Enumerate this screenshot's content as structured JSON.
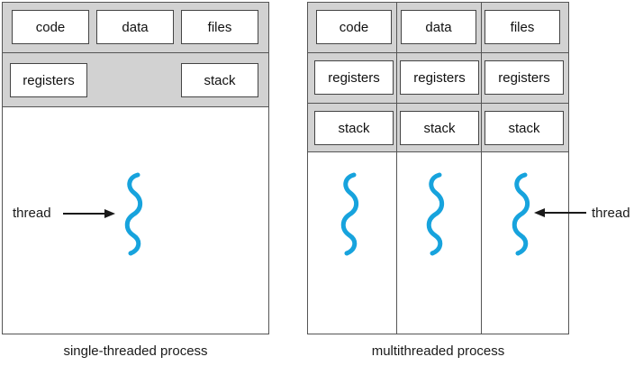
{
  "figure": {
    "title": "single-threaded vs multithreaded process memory layout",
    "colors": {
      "thread_stroke": "#17a3dd",
      "band_fill": "#d2d2d2",
      "box_fill": "#ffffff",
      "border": "#555555",
      "text": "#1a1a1a"
    }
  },
  "left": {
    "caption": "single-threaded process",
    "shared_row": [
      {
        "label": "code"
      },
      {
        "label": "data"
      },
      {
        "label": "files"
      }
    ],
    "per_thread_row": [
      {
        "label": "registers"
      },
      {
        "label": "stack"
      }
    ],
    "threads": [
      {
        "name": "thread-squiggle-1"
      }
    ],
    "annotation": {
      "label": "thread",
      "arrow_direction": "right",
      "icon": "arrow-right-icon"
    }
  },
  "right": {
    "caption": "multithreaded process",
    "shared_row": [
      {
        "label": "code"
      },
      {
        "label": "data"
      },
      {
        "label": "files"
      }
    ],
    "registers_row": [
      {
        "label": "registers"
      },
      {
        "label": "registers"
      },
      {
        "label": "registers"
      }
    ],
    "stack_row": [
      {
        "label": "stack"
      },
      {
        "label": "stack"
      },
      {
        "label": "stack"
      }
    ],
    "threads": [
      {
        "name": "thread-squiggle-1"
      },
      {
        "name": "thread-squiggle-2"
      },
      {
        "name": "thread-squiggle-3"
      }
    ],
    "annotation": {
      "label": "thread",
      "arrow_direction": "left",
      "icon": "arrow-left-icon"
    }
  }
}
